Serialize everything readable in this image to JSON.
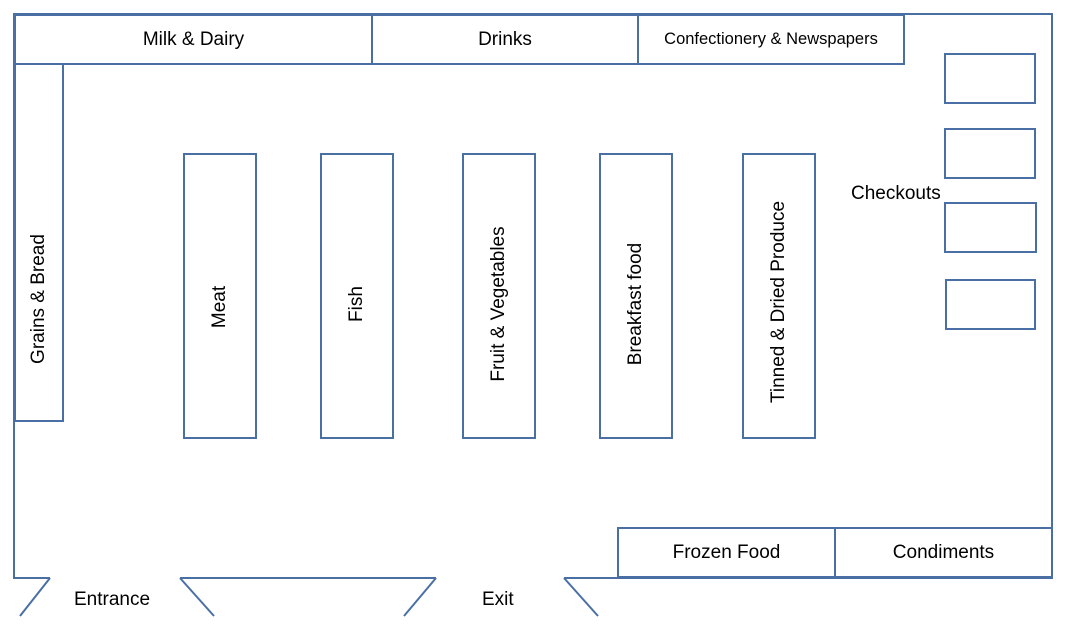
{
  "top_sections": {
    "milk_dairy": "Milk & Dairy",
    "drinks": "Drinks",
    "confectionery": "Confectionery & Newspapers"
  },
  "side_section": {
    "grains_bread": "Grains & Bread"
  },
  "aisles": [
    {
      "label": "Meat"
    },
    {
      "label": "Fish"
    },
    {
      "label": "Fruit & Vegetables"
    },
    {
      "label": "Breakfast food"
    },
    {
      "label": "Tinned & Dried Produce"
    }
  ],
  "checkouts": {
    "label": "Checkouts",
    "count": 4
  },
  "bottom_sections": {
    "frozen_food": "Frozen Food",
    "condiments": "Condiments"
  },
  "doors": {
    "entrance": "Entrance",
    "exit": "Exit"
  },
  "colors": {
    "outline": "#4a6fa5",
    "text": "#000000",
    "background": "#ffffff"
  }
}
